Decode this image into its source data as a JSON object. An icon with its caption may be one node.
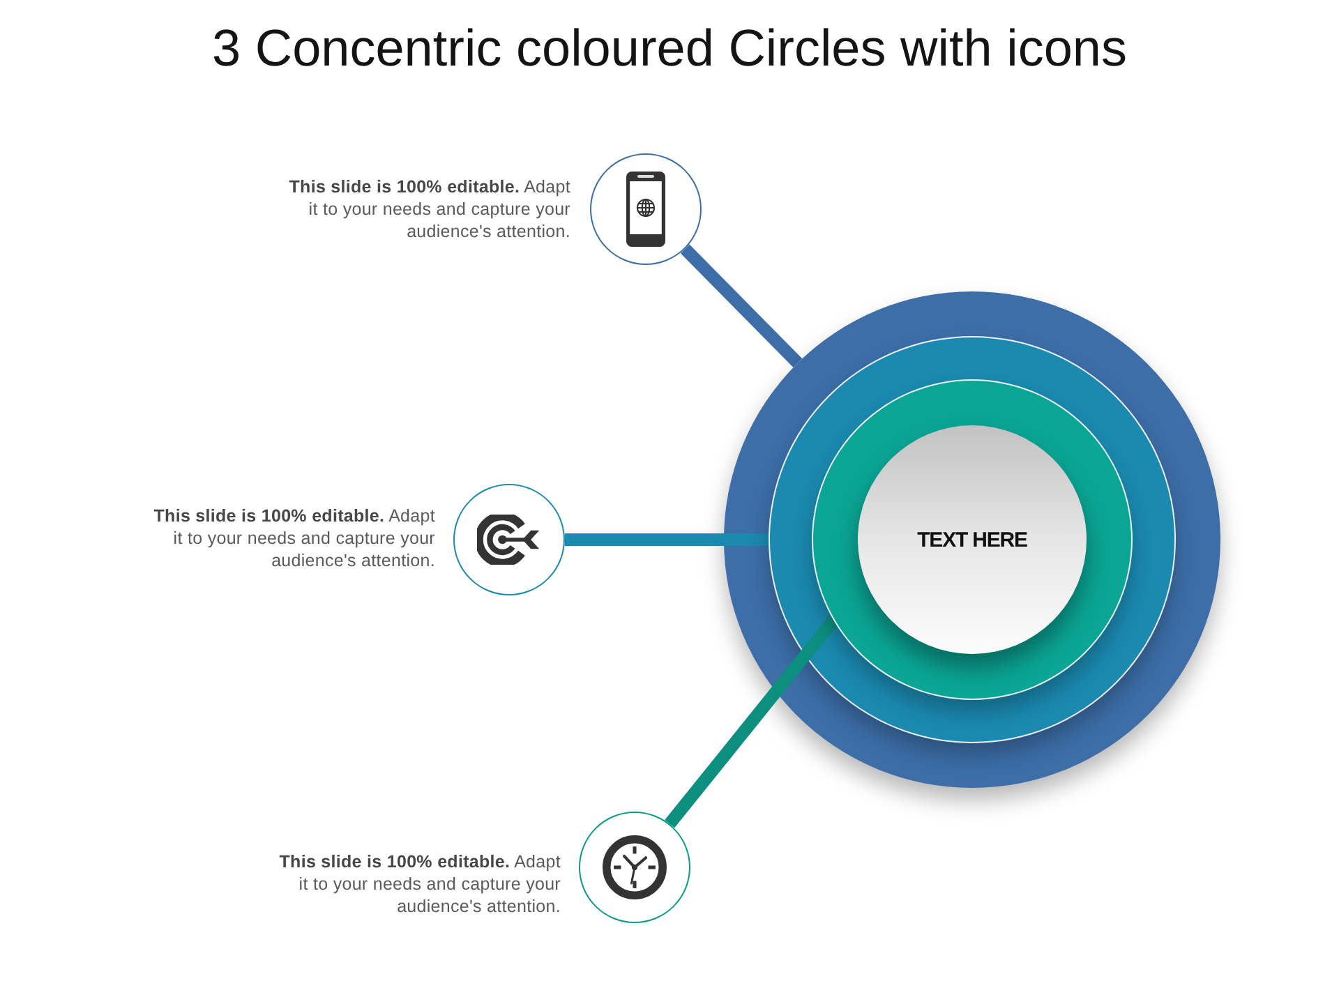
{
  "diagram": {
    "title": "3 Concentric coloured Circles with icons",
    "nodes": [
      {
        "text": [],
        "shape": "circle",
        "beside": [
          "**This slide is 100% editable.** Adapt it to your needs and capture your audience's attention."
        ]
      },
      {
        "text": [],
        "shape": "circle"
      },
      {
        "text": [],
        "shape": "circle",
        "in": 1
      },
      {
        "text": [],
        "shape": "circle",
        "in": 2
      },
      {
        "text": [
          "TEXT HERE"
        ],
        "in": 3
      },
      {
        "text": [],
        "shape": "circle",
        "beside": [
          "**This slide is 100% editable.** Adapt it to your needs and capture your audience's attention."
        ]
      },
      {
        "text": [],
        "shape": "circle",
        "beside": [
          "**This slide is 100% editable.** Adapt it to your needs and capture your audience's attention."
        ]
      }
    ],
    "edges": [
      {
        "from": 0,
        "to": 1,
        "arrow": "none",
        "color": "#3d6ea8"
      },
      {
        "from": 5,
        "to": 2,
        "arrow": "none",
        "color": "#1b89b0"
      },
      {
        "from": 6,
        "to": 3,
        "arrow": "none",
        "color": "#0d8f80"
      }
    ]
  }
}
